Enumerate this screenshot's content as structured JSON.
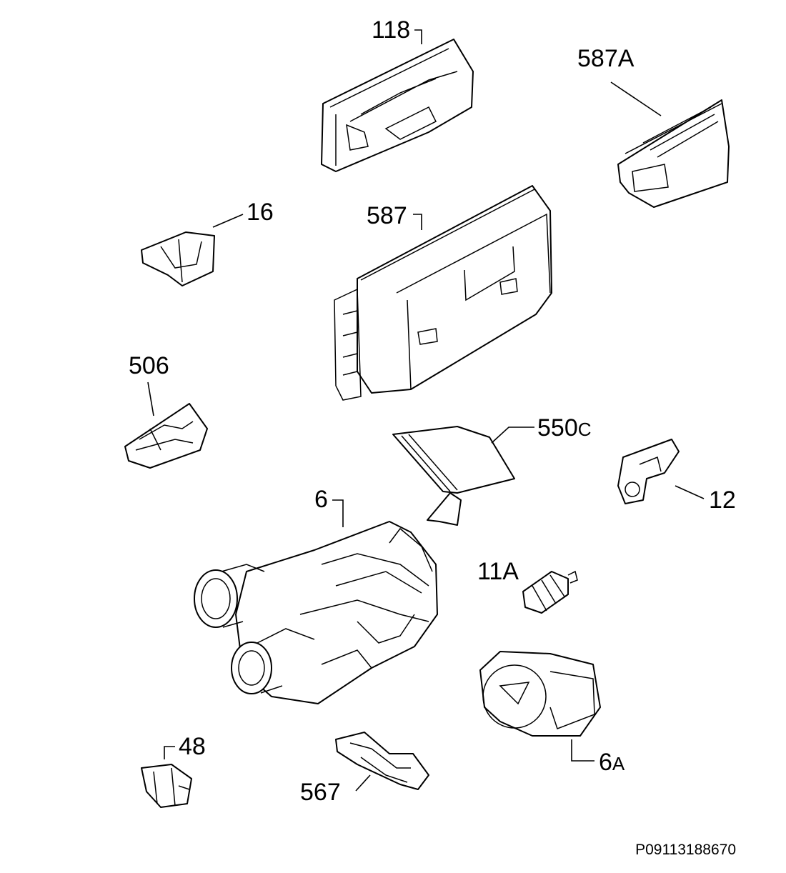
{
  "labels": {
    "p118": "118",
    "p587a": "587A",
    "p16": "16",
    "p587": "587",
    "p506": "506",
    "p550c_num": "550",
    "p550c_suffix": "C",
    "p12": "12",
    "p6": "6",
    "p11a": "11A",
    "p6a_num": "6",
    "p6a_suffix": "A",
    "p48": "48",
    "p567": "567"
  },
  "reference_code": "P09113188670",
  "colors": {
    "line": "#000000",
    "background": "#ffffff"
  }
}
